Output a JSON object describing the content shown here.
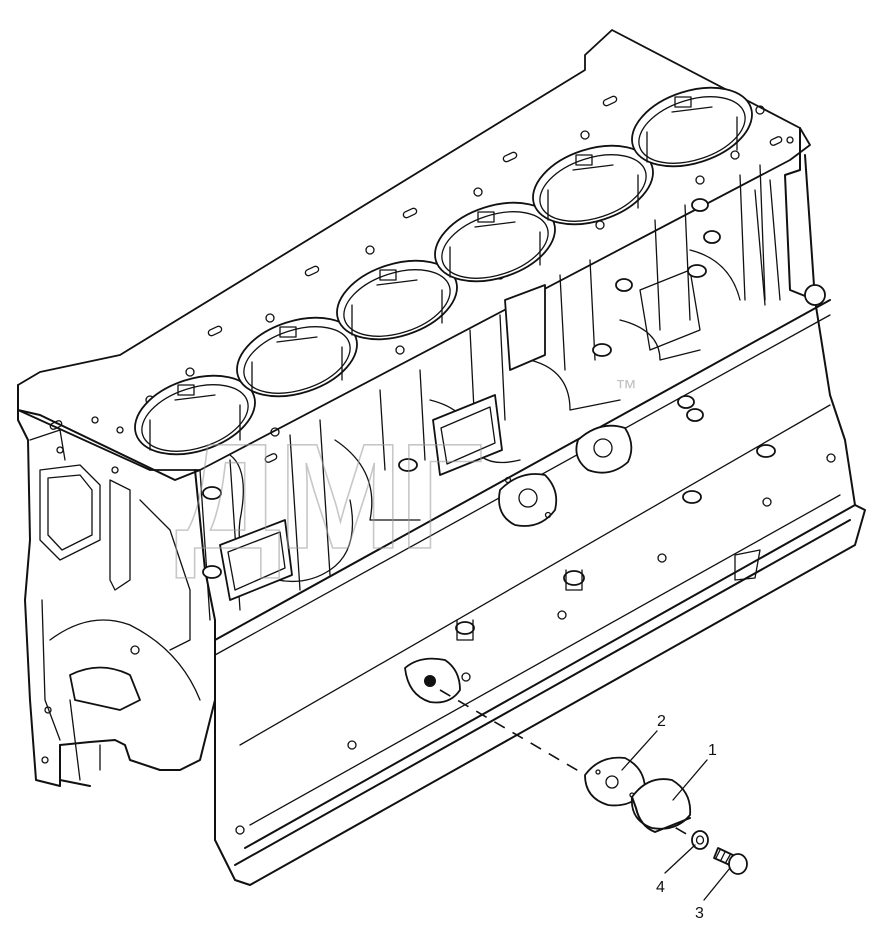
{
  "watermark": {
    "text": "ДМГ",
    "mark": "™"
  },
  "callouts": [
    {
      "id": "c1",
      "label": "1"
    },
    {
      "id": "c2",
      "label": "2"
    },
    {
      "id": "c3",
      "label": "3"
    },
    {
      "id": "c4",
      "label": "4"
    }
  ]
}
